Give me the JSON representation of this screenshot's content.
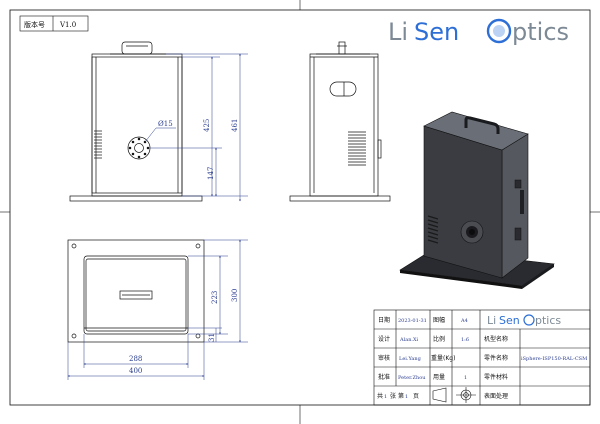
{
  "version_box": {
    "label": "版本号",
    "value": "V1.0"
  },
  "logo": {
    "text_a": "Li",
    "text_b": "Sen",
    "text_c": "ptics",
    "color_blue": "#2d6fd6",
    "color_grey": "#7d8a96"
  },
  "dims": {
    "hole_dia": "Ø15",
    "height_425": "425",
    "height_461": "461",
    "height_147": "147",
    "height_223": "223",
    "height_300": "300",
    "height_31": "31",
    "width_288": "288",
    "width_400": "400"
  },
  "title_block": {
    "logo_a": "Li",
    "logo_b": "Sen",
    "logo_c": "ptics",
    "rows": [
      {
        "l1": "日期",
        "v1": "2023-01-31",
        "l2": "图幅",
        "v2": "A4",
        "l3": "机型名称",
        "v3": ""
      },
      {
        "l1": "设计",
        "v1": "Alan.Xi",
        "l2": "比例",
        "v2": "1:6",
        "l3": "零件名称",
        "v3": "iSphere-ISP150-RAL-CSM"
      },
      {
        "l1": "审核",
        "v1": "Lei.Yang",
        "l2": "重量(Kg)",
        "v2": "",
        "l3": "零件材料",
        "v3": ""
      },
      {
        "l1": "批准",
        "v1": "Peter.Zhou",
        "l2": "用量",
        "v2": "1",
        "l3": "表面处理",
        "v3": ""
      }
    ],
    "sheet_total_prefix": "共",
    "sheet_total": "1",
    "sheet_total_unit": "张",
    "sheet_no_prefix": "第",
    "sheet_no": "1",
    "sheet_no_unit": "页"
  },
  "colors": {
    "line": "#111111",
    "dim": "#2a3d8f",
    "body_fill": "#3a3c42",
    "body_dark": "#1f2024",
    "body_side": "#55585f"
  }
}
